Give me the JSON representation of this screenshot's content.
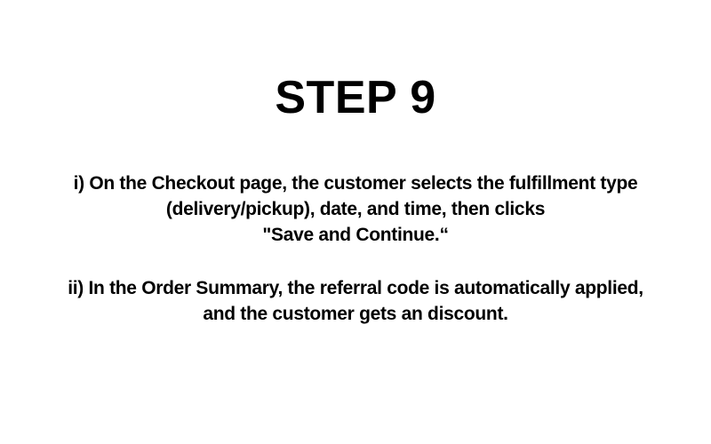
{
  "slide": {
    "title": "STEP 9",
    "instruction_1": {
      "line1": "i) On the Checkout page, the customer selects the fulfillment type",
      "line2": "(delivery/pickup), date, and time, then clicks",
      "line3": "\"Save and Continue.“"
    },
    "instruction_2": {
      "line1": "ii) In the Order Summary, the referral code is automatically applied,",
      "line2": "and the customer gets an discount."
    },
    "colors": {
      "background": "#ffffff",
      "text": "#000000"
    }
  }
}
